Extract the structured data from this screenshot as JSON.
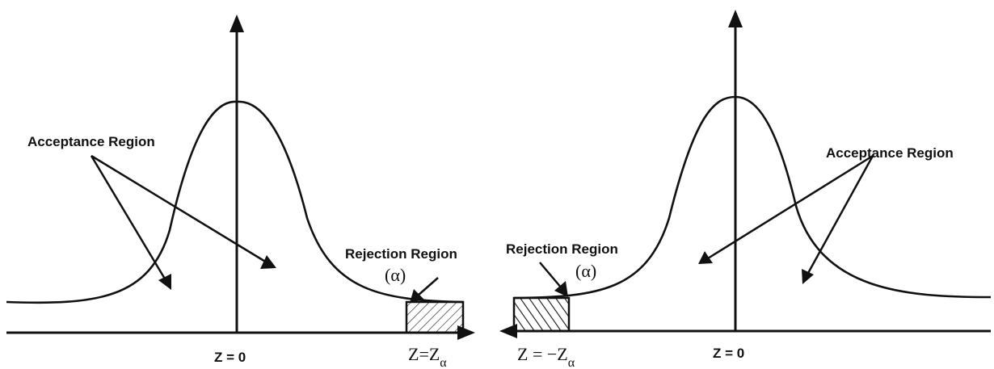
{
  "left_panel": {
    "acceptance_label": "Acceptance Region",
    "rejection_label": "Rejection Region",
    "alpha_label": "(α)",
    "center_label": "Z = 0",
    "critical_z": "Z=Z",
    "critical_sub": "α"
  },
  "right_panel": {
    "acceptance_label": "Acceptance Region",
    "rejection_label": "Rejection Region",
    "alpha_label": "(α)",
    "center_label": "Z = 0",
    "critical_z": "Z = −Z",
    "critical_sub": "α"
  },
  "colors": {
    "ink": "#111111",
    "background": "#ffffff"
  }
}
